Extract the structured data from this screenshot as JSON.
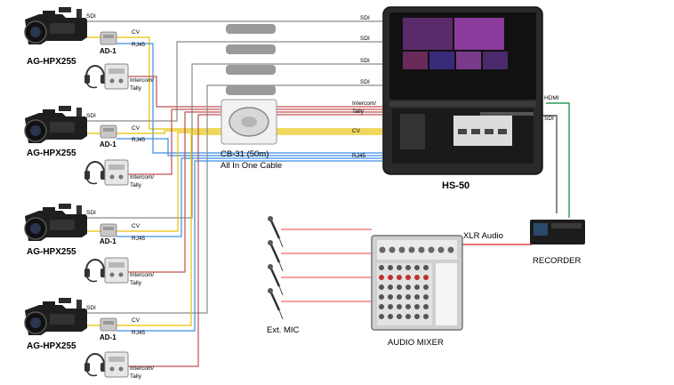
{
  "cameras": [
    {
      "label": "AG-HPX255"
    },
    {
      "label": "AG-HPX255"
    },
    {
      "label": "AG-HPX255"
    },
    {
      "label": "AG-HPX255"
    }
  ],
  "labels": {
    "sdi": "SDI",
    "cv": "CV",
    "rj45": "RJ45",
    "ad1": "AD-1",
    "intercom": "Intercom/",
    "tally": "Tally",
    "hdmi": "HDMI"
  },
  "cable": {
    "name": "CB-31 (50m)",
    "desc": "All In One Cable"
  },
  "switcher": {
    "name": "HS-50"
  },
  "recorder": {
    "name": "RECORDER"
  },
  "mixer": {
    "name": "AUDIO MIXER",
    "output": "XLR Audio"
  },
  "mic": {
    "name": "Ext. MIC"
  },
  "colors": {
    "sdi": "#8a8a8a",
    "cv": "#e8c000",
    "rj45": "#3a8ee6",
    "intercom": "#c05050",
    "hdmi": "#2a9a5a",
    "audio": "#e04040",
    "camera": "#222222"
  }
}
